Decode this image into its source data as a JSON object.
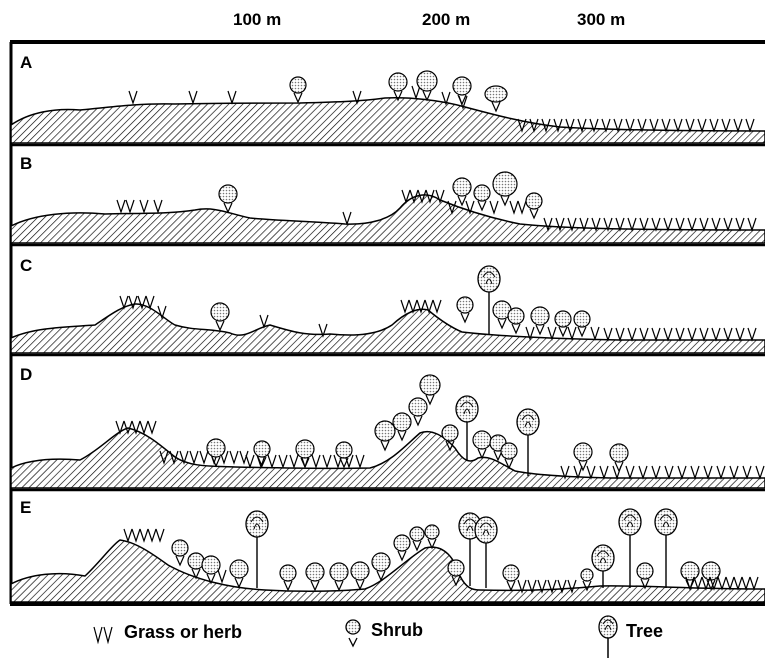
{
  "scale": {
    "labels": [
      "100 m",
      "200 m",
      "300 m"
    ]
  },
  "panels": [
    {
      "label": "A"
    },
    {
      "label": "B"
    },
    {
      "label": "C"
    },
    {
      "label": "D"
    },
    {
      "label": "E"
    }
  ],
  "legend": {
    "grass": "Grass or herb",
    "shrub": "Shrub",
    "tree": "Tree"
  }
}
